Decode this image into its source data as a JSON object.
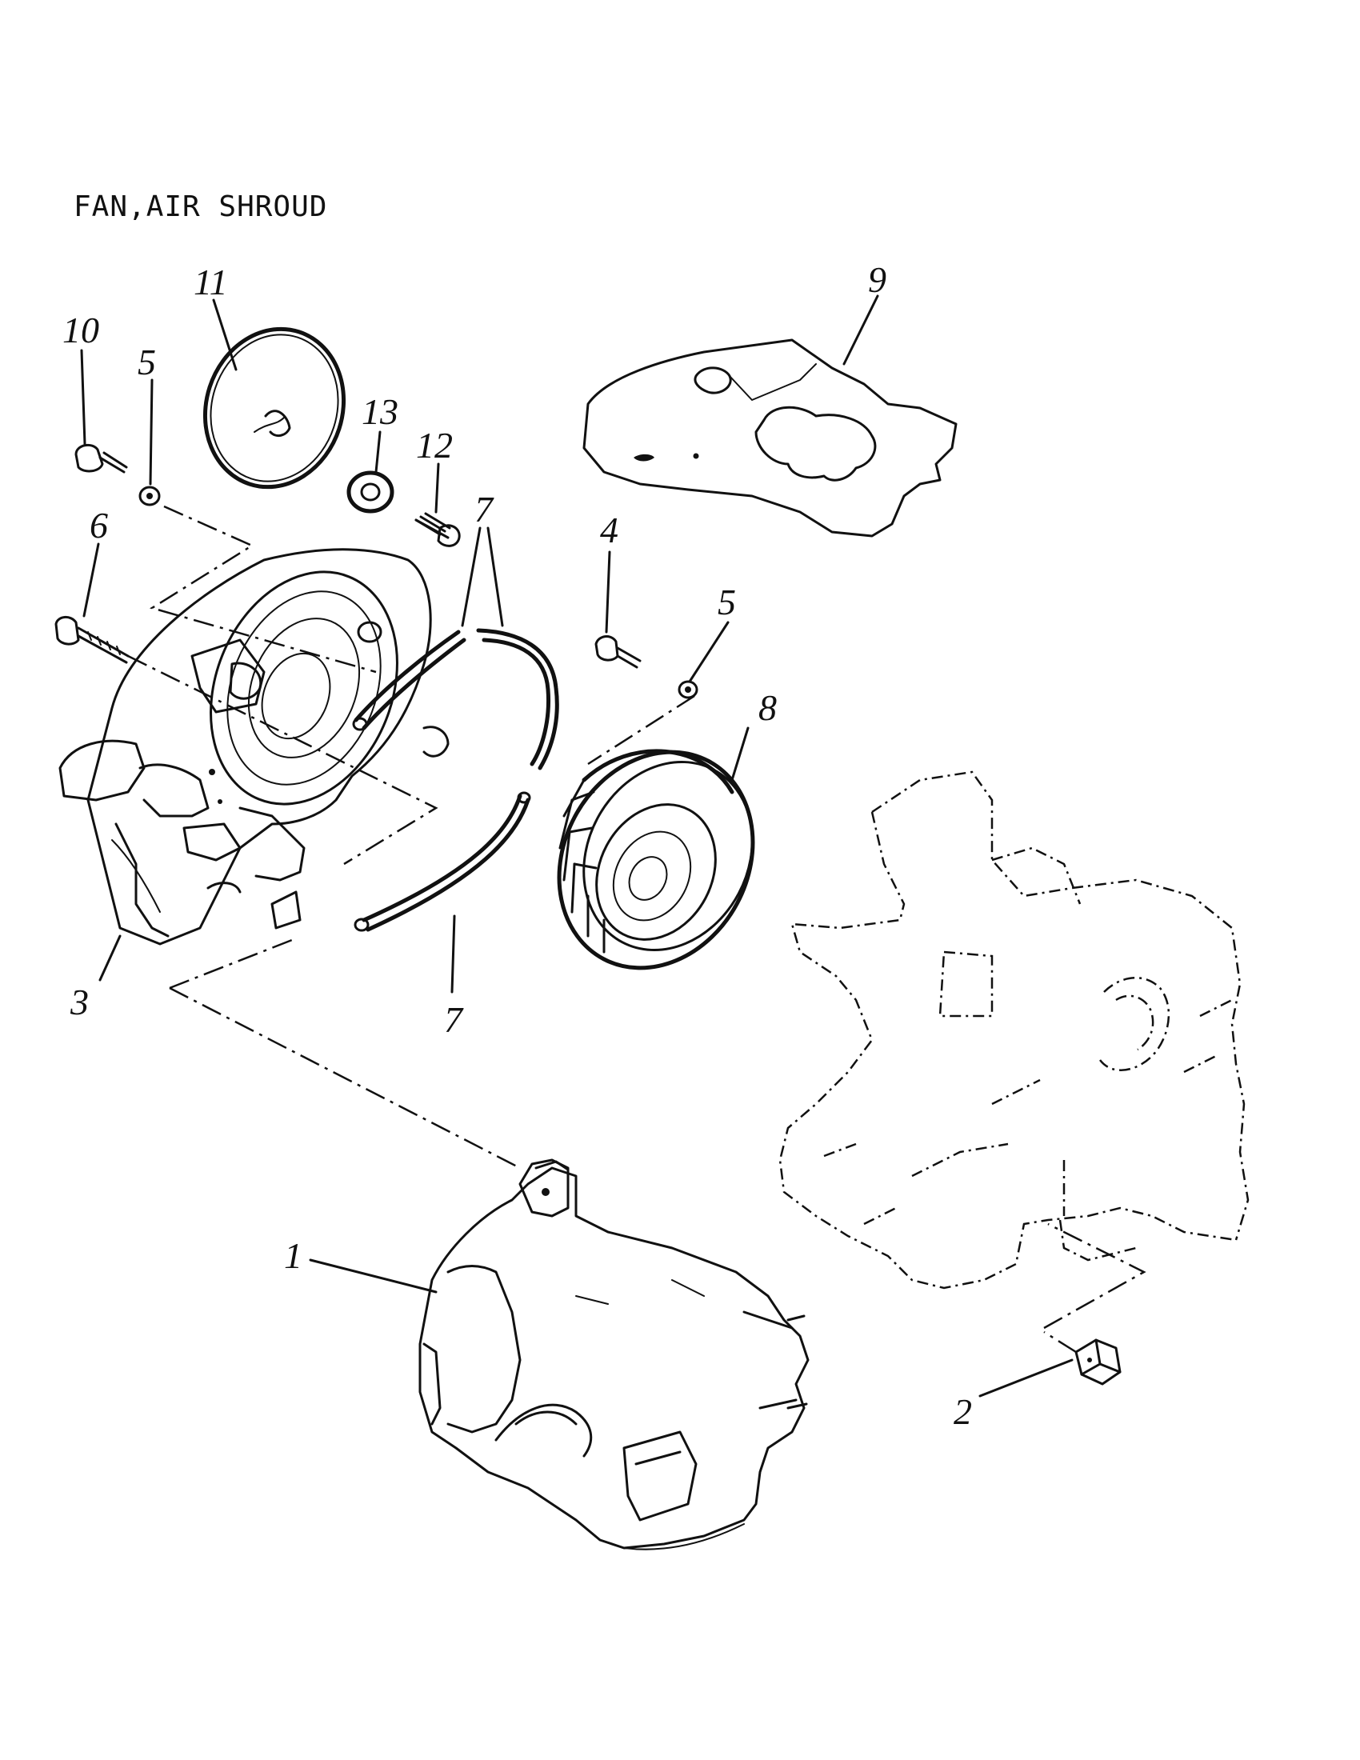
{
  "title": "FAN,AIR SHROUD",
  "callouts": [
    "1",
    "2",
    "3",
    "4",
    "5",
    "5",
    "6",
    "7",
    "7",
    "8",
    "9",
    "10",
    "11",
    "12",
    "13"
  ]
}
